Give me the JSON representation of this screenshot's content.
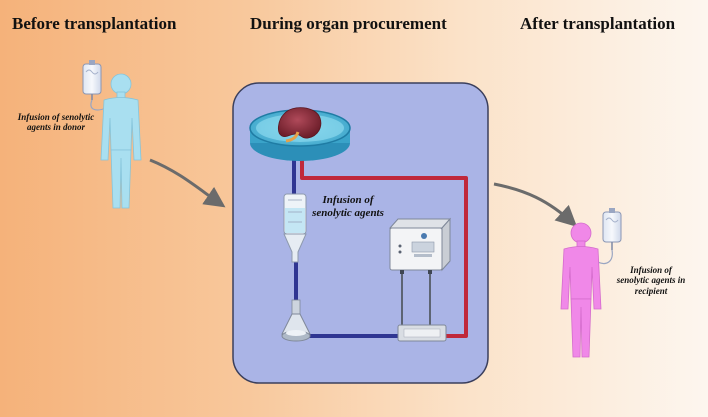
{
  "headings": {
    "before": "Before transplantation",
    "during": "During organ procurement",
    "after": "After transplantation"
  },
  "captions": {
    "donor": "Infusion of senolytic agents in donor",
    "center": "Infusion of senolytic agents",
    "recipient": "Infusion of senolytic agents in recipient"
  },
  "colors": {
    "donor_body": "#a9dff0",
    "recipient_body": "#f088e8",
    "panel_fill": "#aab4e6",
    "arterial_line": "#c0283a",
    "venous_line": "#2f3592"
  }
}
